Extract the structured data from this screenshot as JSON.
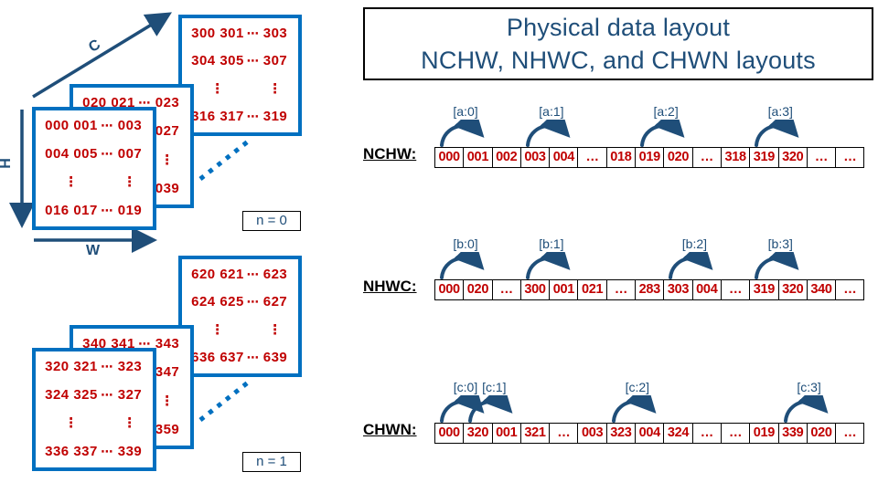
{
  "title": {
    "line1": "Physical data layout",
    "line2": "NCHW, NHWC, and CHWN layouts"
  },
  "colors": {
    "navy": "#1F4E79",
    "matrix_border_blue": "#0070C0",
    "value_red": "#C00000",
    "border_black": "#000000"
  },
  "axes": {
    "c": "C",
    "h": "H",
    "w": "W"
  },
  "clusters": [
    {
      "n_label": "n = 0",
      "back": {
        "rows": [
          [
            "300 301",
            "⋯",
            "303"
          ],
          [
            "304 305",
            "⋯",
            "307"
          ],
          [
            "⋮",
            "",
            "⋮"
          ],
          [
            "316 317",
            "⋯",
            "319"
          ]
        ]
      },
      "middle": {
        "rows": [
          [
            "020 021",
            "⋯",
            "023"
          ],
          [
            "",
            "",
            "027"
          ],
          [
            "",
            "",
            "⋮"
          ],
          [
            "",
            "",
            "039"
          ]
        ]
      },
      "front": {
        "rows": [
          [
            "000 001",
            "⋯",
            "003"
          ],
          [
            "004 005",
            "⋯",
            "007"
          ],
          [
            "⋮",
            "",
            "⋮"
          ],
          [
            "016 017",
            "⋯",
            "019"
          ]
        ]
      }
    },
    {
      "n_label": "n = 1",
      "back": {
        "rows": [
          [
            "620 621",
            "⋯",
            "623"
          ],
          [
            "624 625",
            "⋯",
            "627"
          ],
          [
            "⋮",
            "",
            "⋮"
          ],
          [
            "636 637",
            "⋯",
            "639"
          ]
        ]
      },
      "middle": {
        "rows": [
          [
            "340 341",
            "⋯",
            "343"
          ],
          [
            "",
            "",
            "347"
          ],
          [
            "",
            "",
            "⋮"
          ],
          [
            "",
            "",
            "359"
          ]
        ]
      },
      "front": {
        "rows": [
          [
            "320 321",
            "⋯",
            "323"
          ],
          [
            "324 325",
            "⋯",
            "327"
          ],
          [
            "⋮",
            "",
            "⋮"
          ],
          [
            "336 337",
            "⋯",
            "339"
          ]
        ]
      }
    }
  ],
  "memory_rows": [
    {
      "label": "NCHW:",
      "cells": [
        "000",
        "001",
        "002",
        "003",
        "004",
        "…",
        "018",
        "019",
        "020",
        "…",
        "318",
        "319",
        "320",
        "…",
        "…"
      ],
      "arcs": [
        {
          "label": "[a:0]",
          "from": 0
        },
        {
          "label": "[a:1]",
          "from": 3
        },
        {
          "label": "[a:2]",
          "from": 7
        },
        {
          "label": "[a:3]",
          "from": 11
        }
      ]
    },
    {
      "label": "NHWC:",
      "cells": [
        "000",
        "020",
        "…",
        "300",
        "001",
        "021",
        "…",
        "283",
        "303",
        "004",
        "…",
        "319",
        "320",
        "340",
        "…"
      ],
      "arcs": [
        {
          "label": "[b:0]",
          "from": 0
        },
        {
          "label": "[b:1]",
          "from": 3
        },
        {
          "label": "[b:2]",
          "from": 8
        },
        {
          "label": "[b:3]",
          "from": 11
        }
      ]
    },
    {
      "label": "CHWN:",
      "cells": [
        "000",
        "320",
        "001",
        "321",
        "…",
        "003",
        "323",
        "004",
        "324",
        "…",
        "…",
        "019",
        "339",
        "020",
        "…"
      ],
      "arcs": [
        {
          "label": "[c:0]",
          "from": 0
        },
        {
          "label": "[c:1]",
          "from": 1
        },
        {
          "label": "[c:2]",
          "from": 6
        },
        {
          "label": "[c:3]",
          "from": 12
        }
      ]
    }
  ]
}
